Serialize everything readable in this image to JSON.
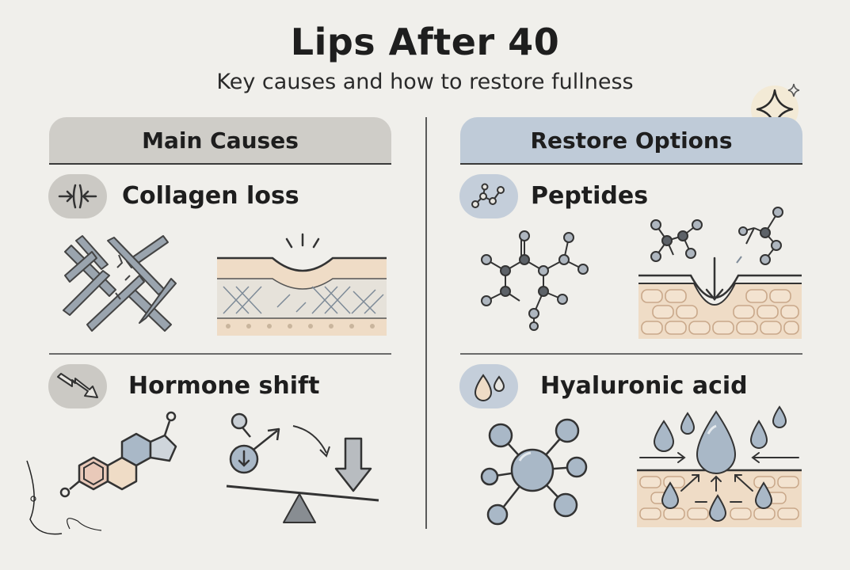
{
  "header": {
    "title": "Lips After 40",
    "subtitle": "Key causes and how to restore fullness"
  },
  "panels": {
    "left": {
      "heading": "Main Causes",
      "items": [
        {
          "label": "Collagen loss",
          "icon": "collagen-compress-icon"
        },
        {
          "label": "Hormone shift",
          "icon": "downtrend-arrow-icon"
        }
      ]
    },
    "right": {
      "heading": "Restore Options",
      "items": [
        {
          "label": "Peptides",
          "icon": "molecule-chain-icon"
        },
        {
          "label": "Hyaluronic acid",
          "icon": "droplet-icon"
        }
      ]
    }
  },
  "colors": {
    "background": "#f0efeb",
    "left_header": "#cfcdc8",
    "right_header": "#bfcbd8",
    "skin_beige": "#efdcc6",
    "molecule_gray": "#aeb6bf",
    "drop_blue": "#a9b8c7"
  }
}
